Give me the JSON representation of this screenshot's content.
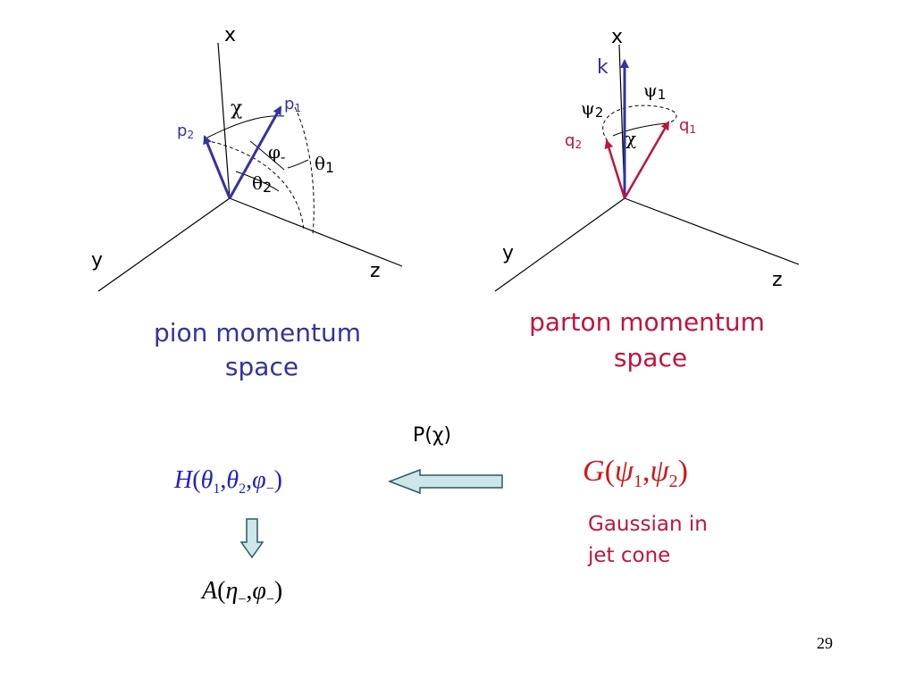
{
  "colors": {
    "axis": "#000000",
    "pion": "#3333a0",
    "parton": "#c0143c",
    "arrow_fill": "#cce6ea",
    "arrow_stroke": "#2a5a60"
  },
  "left_diagram": {
    "axis_x": "x",
    "axis_y": "y",
    "axis_z": "z",
    "p1_base": "p",
    "p1_sub": "1",
    "p2_base": "p",
    "p2_sub": "2",
    "chi": "χ",
    "phi_base": "φ",
    "phi_sub": "-",
    "theta1_base": "θ",
    "theta1_sub": "1",
    "theta2_base": "θ",
    "theta2_sub": "2",
    "caption_line1": "pion momentum",
    "caption_line2": "space"
  },
  "right_diagram": {
    "axis_x": "x",
    "axis_y": "y",
    "axis_z": "z",
    "k": "k",
    "psi1_base": "ψ",
    "psi1_sub": "1",
    "psi2_base": "ψ",
    "psi2_sub": "2",
    "chi": "χ",
    "q1_base": "q",
    "q1_sub": "1",
    "q2_base": "q",
    "q2_sub": "2",
    "caption_line1": "parton momentum",
    "caption_line2": "space"
  },
  "formulas": {
    "P_label": "P(χ)",
    "H": {
      "fn": "H",
      "open": "(",
      "a": "θ",
      "a_sub": "1",
      "b": "θ",
      "b_sub": "2",
      "c": "φ",
      "c_sub": "−",
      "close": ")",
      "comma": ","
    },
    "G": {
      "fn": "G",
      "open": "(",
      "a": "ψ",
      "a_sub": "1",
      "b": "ψ",
      "b_sub": "2",
      "close": ")",
      "comma": ","
    },
    "A": {
      "fn": "A",
      "open": "(",
      "a": "η",
      "a_sub": "−",
      "b": "φ",
      "b_sub": "−",
      "close": ")",
      "comma": ","
    },
    "gaussian_line1": "Gaussian in",
    "gaussian_line2": "jet cone"
  },
  "page_number": "29"
}
